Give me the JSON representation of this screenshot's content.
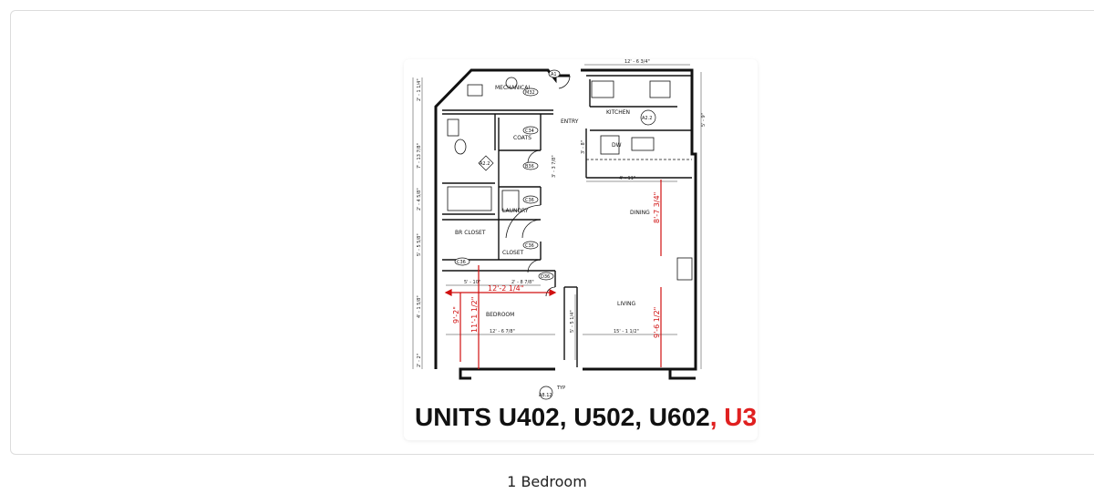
{
  "plan": {
    "rooms": {
      "mechanical": "MECHANICAL",
      "entry": "ENTRY",
      "kitchen": "KITCHEN",
      "coats": "COATS",
      "laundry": "LAUNDRY",
      "br_closet": "BR CLOSET",
      "closet": "CLOSET",
      "dining": "DINING",
      "living": "LIVING",
      "bedroom": "BEDROOM",
      "dw": "DW"
    },
    "tags": {
      "a1": "A1",
      "m32": "M32",
      "a2_2_kitchen": "A2.2",
      "a2_2_hall": "A2.2",
      "c34": "C34",
      "b36": "B36",
      "c36_laundry": "C36",
      "c36_closet": "C36",
      "c36_br": "C36",
      "d36": "D36",
      "a8_12": "A8.12",
      "typ": "TYP"
    },
    "red_dims": {
      "bedroom_width": "12'-2 1/4\"",
      "bedroom_depth_a": "9'-2\"",
      "bedroom_depth_b": "11'-1 1/2\"",
      "dining_depth": "8'-7 3/4\"",
      "living_depth": "9'-6 1/2\""
    },
    "black_dims": {
      "top_kitchen": "12' - 6 3/4\"",
      "kitchen_counter": "4' - 11\"",
      "bedroom_bottom": "12' - 6 7/8\"",
      "living_bottom": "15' - 1 1/2\"",
      "br_closet_width": "5' - 10\"",
      "closet_width": "2' - 8 7/8\"",
      "wall_left_1": "7' - 13 7/8\"",
      "wall_left_2": "2' - 4 5/8\"",
      "wall_left_3": "5' - 5 5/8\"",
      "wall_left_4": "4' - 1 5/8\"",
      "wall_left_5": "2' - 2\"",
      "wall_left_6": "2' - 1 1/4\"",
      "entry_dim": "3' - 3 7/8\"",
      "kitchen_side": "3' - 8\"",
      "right_side": "5' - 9\"",
      "bedroom_door": "5' - 5 1/4\""
    },
    "units_title_main": "UNITS U402, U502, U602",
    "units_title_more": ", U3("
  },
  "caption": "1 Bedroom",
  "colors": {
    "red_dimension": "#d01010",
    "border": "#dcdcdc"
  }
}
